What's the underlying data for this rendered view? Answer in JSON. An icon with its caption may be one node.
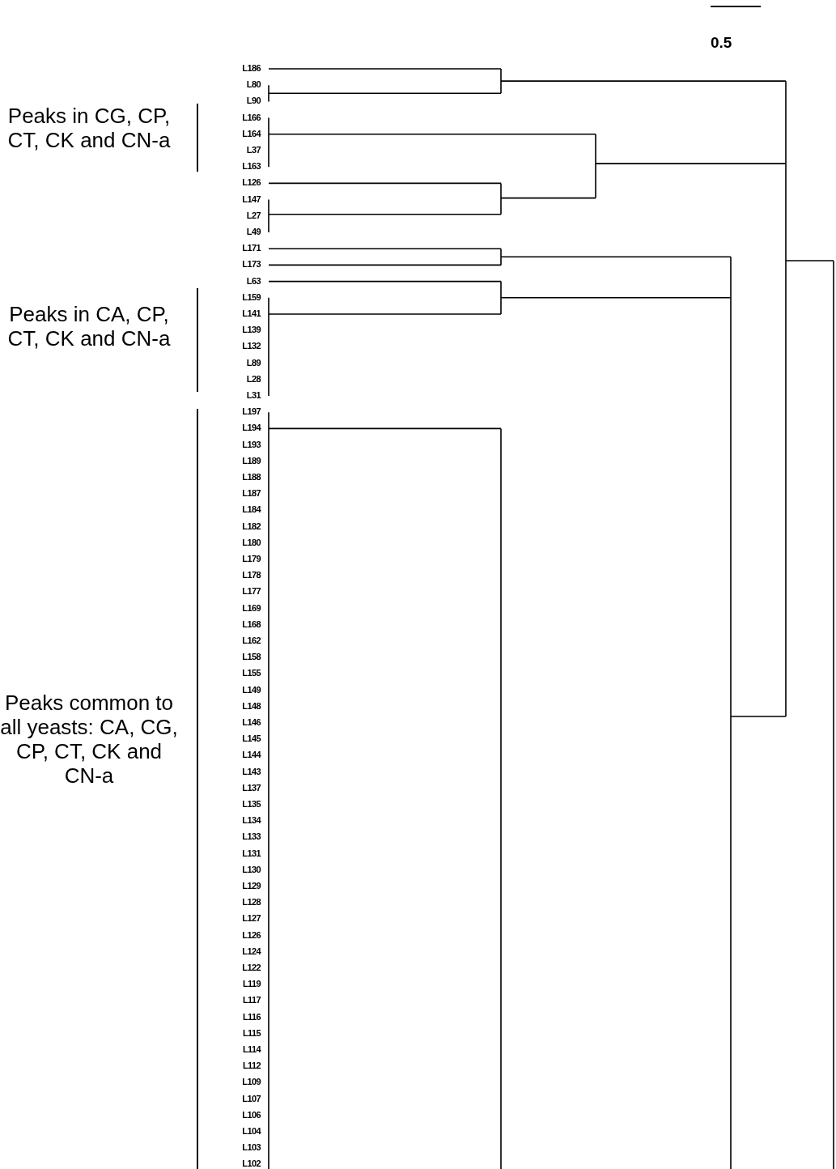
{
  "diagram": {
    "labels": [
      "0.5",
      "Peaks in CG, CP, CT, CK and CN-a",
      "Peaks in CA, CP, CT, CK and CN-a",
      "Peaks common to all yeasts:  CA, CG, CP, CT, CK and CN-a",
      "L186",
      "L80",
      "L90",
      "L166",
      "L164",
      "L37",
      "L163",
      "L126",
      "L147",
      "L27",
      "L49",
      "L171",
      "L173",
      "L63",
      "L159",
      "L141",
      "L139",
      "L132",
      "L89",
      "L28",
      "L31",
      "L197",
      "L194",
      "L193",
      "L189",
      "L188",
      "L187",
      "L184",
      "L182",
      "L180",
      "L179",
      "L178",
      "L177",
      "L169",
      "L168",
      "L162",
      "L158",
      "L155",
      "L149",
      "L148",
      "L146",
      "L145",
      "L144",
      "L143",
      "L137",
      "L135",
      "L134",
      "L133",
      "L131",
      "L130",
      "L129",
      "L128",
      "L127",
      "L126",
      "L124",
      "L122",
      "L119",
      "L117",
      "L116",
      "L115",
      "L114",
      "L112",
      "L109",
      "L107",
      "L106",
      "L104",
      "L103",
      "L102"
    ]
  }
}
